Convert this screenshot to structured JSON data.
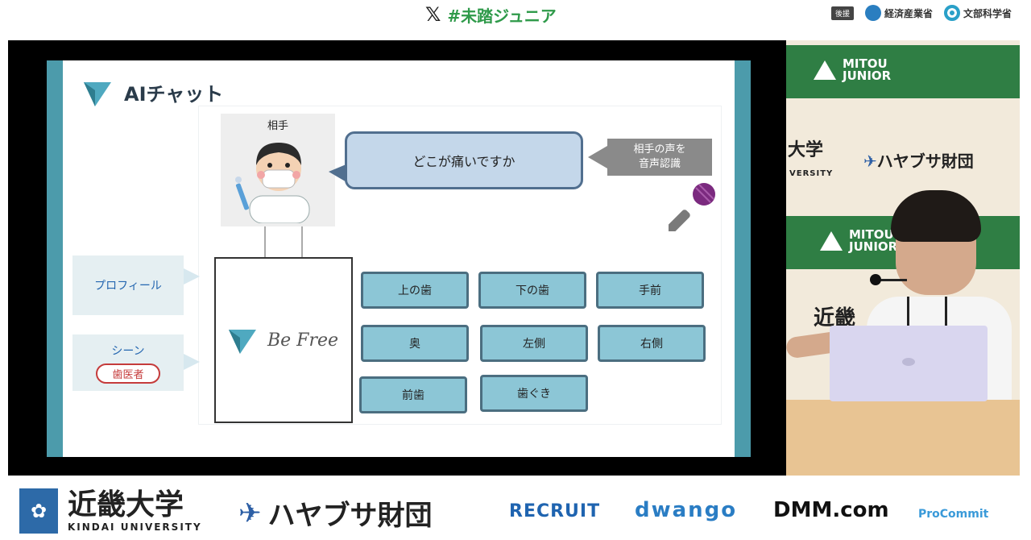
{
  "header": {
    "x_symbol": "𝕏",
    "hashtag": "#未踏ジュニア",
    "badge": "後援",
    "ministry_1": "経済産業省",
    "ministry_2": "文部科学省"
  },
  "slide": {
    "title": "AIチャット",
    "person_label": "相手",
    "speech_text": "どこが痛いですか",
    "voice_label_1": "相手の声を",
    "voice_label_2": "音声認識",
    "app_name": "Be Free",
    "profile_label": "プロフィール",
    "scene_label": "シーン",
    "scene_value": "歯医者",
    "options": [
      "上の歯",
      "下の歯",
      "手前",
      "奥",
      "左側",
      "右側",
      "前歯",
      "歯ぐき"
    ]
  },
  "camera": {
    "band_1_line1": "MITOU",
    "band_1_line2": "JUNIOR",
    "band_2_line1": "MITOU",
    "band_2_line2": "JUNIOR",
    "wall_univ": "大学",
    "wall_univ_sub": "VERSITY",
    "wall_foundation": "ハヤブサ財団",
    "wall_kin": "近畿"
  },
  "footer": {
    "kindai_main": "近畿大学",
    "kindai_sub": "KINDAI UNIVERSITY",
    "hayabusa": "ハヤブサ財団",
    "recruit": "RECRUIT",
    "dwango": "dwango",
    "dmm": "DMM.com",
    "procommit": "ProCommit"
  },
  "colors": {
    "accent_green": "#2f9a4a",
    "slide_border": "#4c9bab",
    "option_fill": "#8cc6d6",
    "speech_fill": "#c4d7ea"
  }
}
